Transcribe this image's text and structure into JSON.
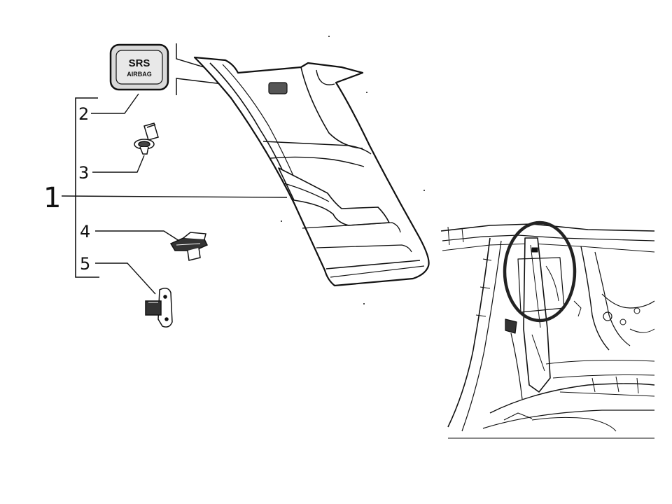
{
  "callouts": {
    "c1": "1",
    "c2": "2",
    "c3": "3",
    "c4": "4",
    "c5": "5"
  },
  "badge": {
    "line1": "SRS",
    "line2": "AIRBAG"
  },
  "colors": {
    "ink": "#111111",
    "paper": "#ffffff",
    "badge_fill": "#d9d9d9",
    "highlight_ring": "#222222"
  }
}
